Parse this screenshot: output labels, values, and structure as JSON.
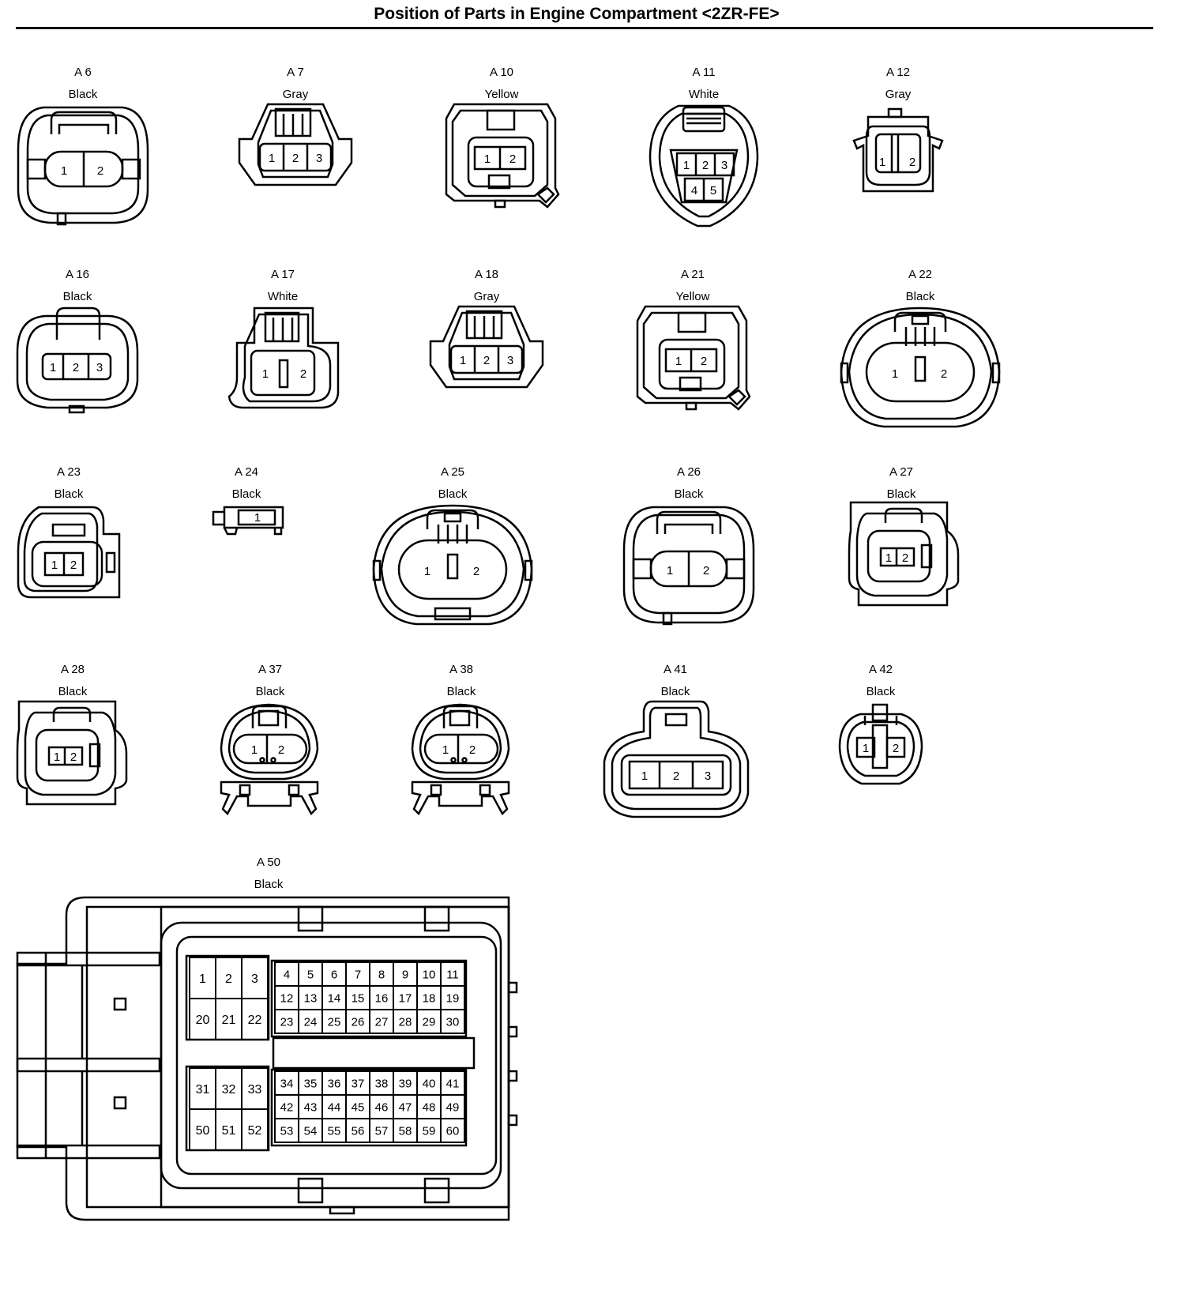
{
  "title": "Position of Parts in Engine Compartment <2ZR-FE>",
  "connectors": [
    {
      "id": "A 6",
      "color": "Black",
      "pins": [
        "1",
        "2"
      ]
    },
    {
      "id": "A 7",
      "color": "Gray",
      "pins": [
        "1",
        "2",
        "3"
      ]
    },
    {
      "id": "A 10",
      "color": "Yellow",
      "pins": [
        "1",
        "2"
      ]
    },
    {
      "id": "A 11",
      "color": "White",
      "pins": [
        "1",
        "2",
        "3",
        "4",
        "5"
      ]
    },
    {
      "id": "A 12",
      "color": "Gray",
      "pins": [
        "1",
        "2"
      ]
    },
    {
      "id": "A 16",
      "color": "Black",
      "pins": [
        "1",
        "2",
        "3"
      ]
    },
    {
      "id": "A 17",
      "color": "White",
      "pins": [
        "1",
        "2"
      ]
    },
    {
      "id": "A 18",
      "color": "Gray",
      "pins": [
        "1",
        "2",
        "3"
      ]
    },
    {
      "id": "A 21",
      "color": "Yellow",
      "pins": [
        "1",
        "2"
      ]
    },
    {
      "id": "A 22",
      "color": "Black",
      "pins": [
        "1",
        "2"
      ]
    },
    {
      "id": "A 23",
      "color": "Black",
      "pins": [
        "1",
        "2"
      ]
    },
    {
      "id": "A 24",
      "color": "Black",
      "pins": [
        "1"
      ]
    },
    {
      "id": "A 25",
      "color": "Black",
      "pins": [
        "1",
        "2"
      ]
    },
    {
      "id": "A 26",
      "color": "Black",
      "pins": [
        "1",
        "2"
      ]
    },
    {
      "id": "A 27",
      "color": "Black",
      "pins": [
        "1",
        "2"
      ]
    },
    {
      "id": "A 28",
      "color": "Black",
      "pins": [
        "1",
        "2"
      ]
    },
    {
      "id": "A 37",
      "color": "Black",
      "pins": [
        "1",
        "2"
      ]
    },
    {
      "id": "A 38",
      "color": "Black",
      "pins": [
        "1",
        "2"
      ]
    },
    {
      "id": "A 41",
      "color": "Black",
      "pins": [
        "1",
        "2",
        "3"
      ]
    },
    {
      "id": "A 42",
      "color": "Black",
      "pins": [
        "1",
        "2"
      ]
    },
    {
      "id": "A 50",
      "color": "Black",
      "pin_groups": {
        "left_top": [
          [
            "1",
            "2",
            "3"
          ],
          [
            "20",
            "21",
            "22"
          ]
        ],
        "right_top": [
          [
            "4",
            "5",
            "6",
            "7",
            "8",
            "9",
            "10",
            "11"
          ],
          [
            "12",
            "13",
            "14",
            "15",
            "16",
            "17",
            "18",
            "19"
          ],
          [
            "23",
            "24",
            "25",
            "26",
            "27",
            "28",
            "29",
            "30"
          ]
        ],
        "left_bottom": [
          [
            "31",
            "32",
            "33"
          ],
          [
            "50",
            "51",
            "52"
          ]
        ],
        "right_bottom": [
          [
            "34",
            "35",
            "36",
            "37",
            "38",
            "39",
            "40",
            "41"
          ],
          [
            "42",
            "43",
            "44",
            "45",
            "46",
            "47",
            "48",
            "49"
          ],
          [
            "53",
            "54",
            "55",
            "56",
            "57",
            "58",
            "59",
            "60"
          ]
        ]
      }
    }
  ]
}
